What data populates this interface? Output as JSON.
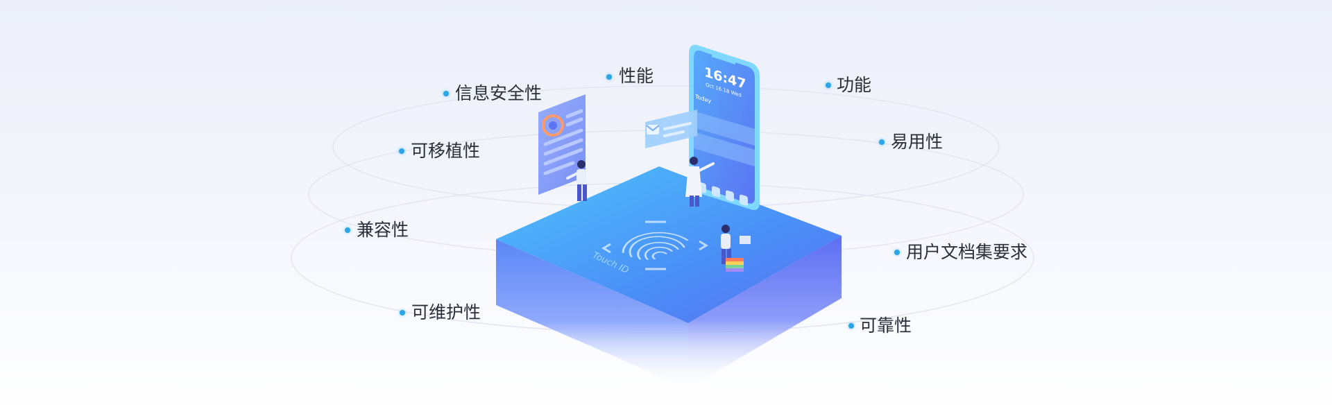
{
  "labels": {
    "info_security": "信息安全性",
    "performance": "性能",
    "function": "功能",
    "portability": "可移植性",
    "usability": "易用性",
    "compatibility": "兼容性",
    "user_docs": "用户文档集要求",
    "maintainability": "可维护性",
    "reliability": "可靠性"
  },
  "phone": {
    "time": "16:47",
    "date": "Oct 16.18 Wed",
    "today": "Today"
  },
  "platform": {
    "touch_id": "Touch ID"
  },
  "colors": {
    "accent": "#2aa6e8",
    "platform_top": "#4a8ff7",
    "platform_side": "#5b7cf2",
    "orbit": "#e3e6ef",
    "text": "#2a2e38"
  },
  "icons": {
    "platform": "fingerprint-icon",
    "notification": "mail-icon",
    "dock": [
      "phone-icon",
      "music-icon",
      "chat-icon",
      "mail-icon"
    ]
  }
}
